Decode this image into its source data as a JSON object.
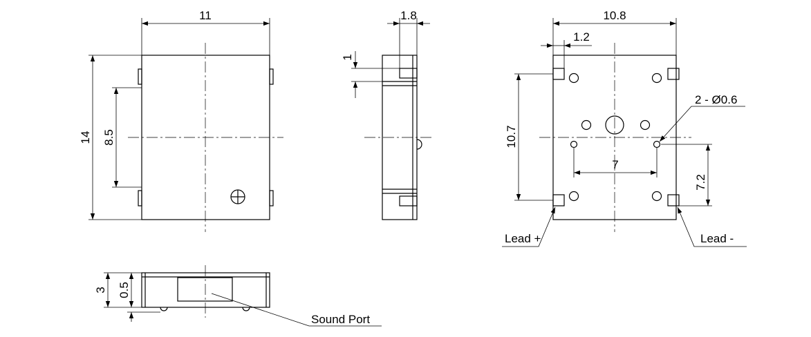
{
  "dimensions": {
    "top_width": "11",
    "side_thickness": "1.8",
    "side_lead": "1",
    "height_total": "14",
    "terminal_spacing": "8.5",
    "bottom_width": "10.8",
    "pad_width": "1.2",
    "pad_vertical_pitch": "10.7",
    "hole_spec": "2 - Ø0.6",
    "hole_horizontal_pitch": "7",
    "hole_vertical_offset": "7.2",
    "front_height": "3",
    "port_height": "0.5"
  },
  "labels": {
    "lead_plus": "Lead +",
    "lead_minus": "Lead -",
    "sound_port": "Sound Port"
  }
}
